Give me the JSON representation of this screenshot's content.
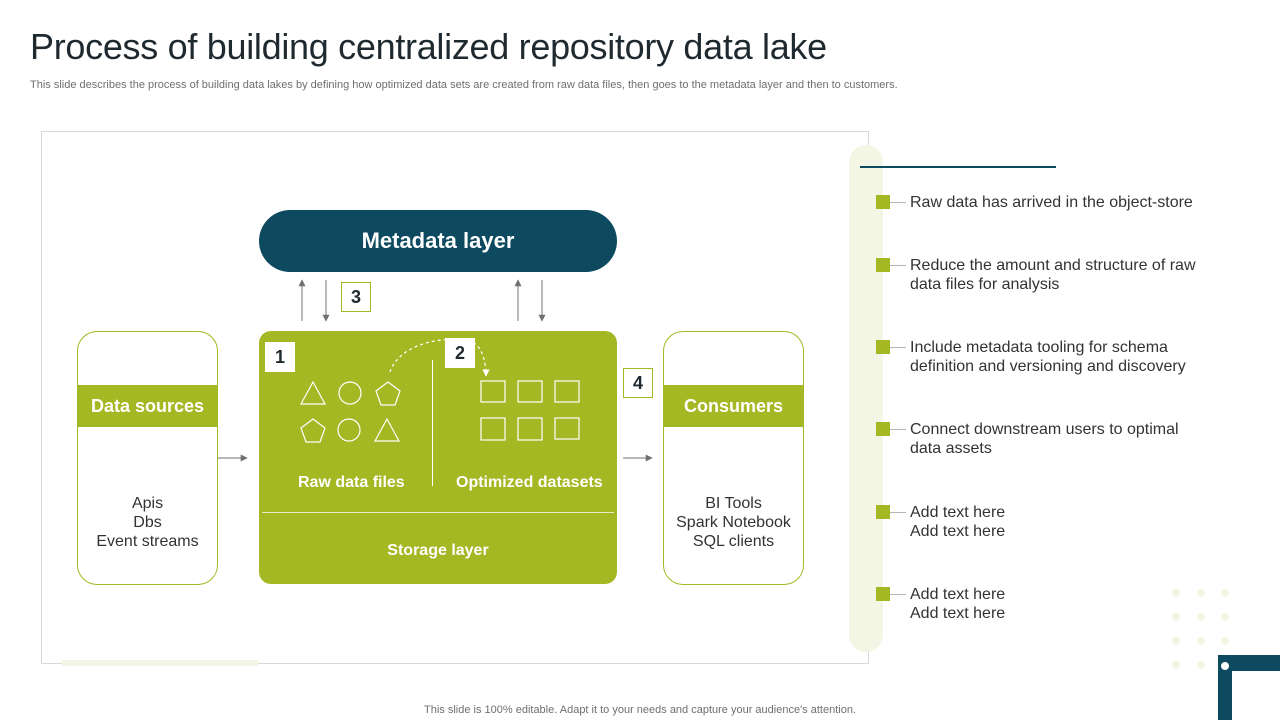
{
  "slide": {
    "title": "Process of building centralized repository data lake",
    "subtitle": "This slide describes the process of building data lakes by defining how optimized data sets are created from raw data files, then goes to the metadata layer and then to customers.",
    "footer": "This slide is 100% editable. Adapt it to your needs and capture your audience's attention."
  },
  "diagram": {
    "metadata_layer": "Metadata layer",
    "data_sources": {
      "title": "Data sources",
      "items": [
        "Apis",
        "Dbs",
        "Event streams"
      ]
    },
    "consumers": {
      "title": "Consumers",
      "items": [
        "BI Tools",
        "Spark Notebook",
        "SQL clients"
      ]
    },
    "storage": {
      "label": "Storage layer",
      "raw_label": "Raw data files",
      "optimized_label": "Optimized datasets"
    },
    "steps": [
      "1",
      "2",
      "3",
      "4"
    ]
  },
  "notes": [
    "Raw data has arrived in the object-store",
    "Reduce the amount and structure of raw data files for analysis",
    "Include metadata tooling for schema definition and versioning and discovery",
    "Connect downstream users to optimal data assets",
    "Add text here\nAdd text here",
    "Add text here\nAdd text here"
  ],
  "colors": {
    "accent_green": "#a3b823",
    "dark_teal": "#0d4a60",
    "light_green": "#f3f6e4"
  }
}
